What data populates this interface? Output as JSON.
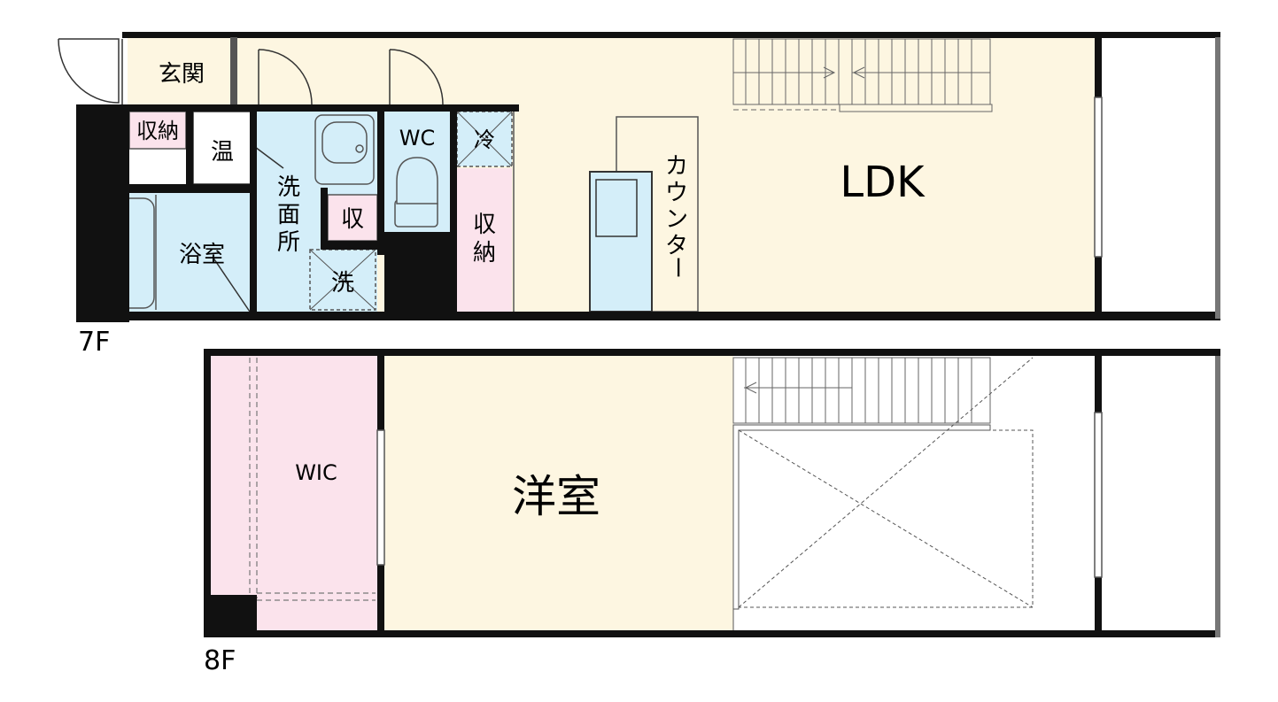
{
  "floors": [
    {
      "label": "7F"
    },
    {
      "label": "8F"
    }
  ],
  "rooms": {
    "entrance": "玄関",
    "storage_entrance": "収納",
    "water_heater": "温",
    "bath": "浴室",
    "washroom": [
      "洗",
      "面",
      "所"
    ],
    "washroom_storage": "収",
    "washer": "洗",
    "toilet": "WC",
    "fridge": "冷",
    "storage_kitchen": [
      "収",
      "納"
    ],
    "counter": [
      "カ",
      "ウ",
      "ン",
      "タ",
      "ー"
    ],
    "ldk": "LDK",
    "wic": "WIC",
    "western_room": "洋室"
  },
  "colors": {
    "floor": "#fdf6e1",
    "wet_area": "#d4eef9",
    "storage": "#fbe3ec",
    "wall": "#111111",
    "line": "#555555"
  }
}
